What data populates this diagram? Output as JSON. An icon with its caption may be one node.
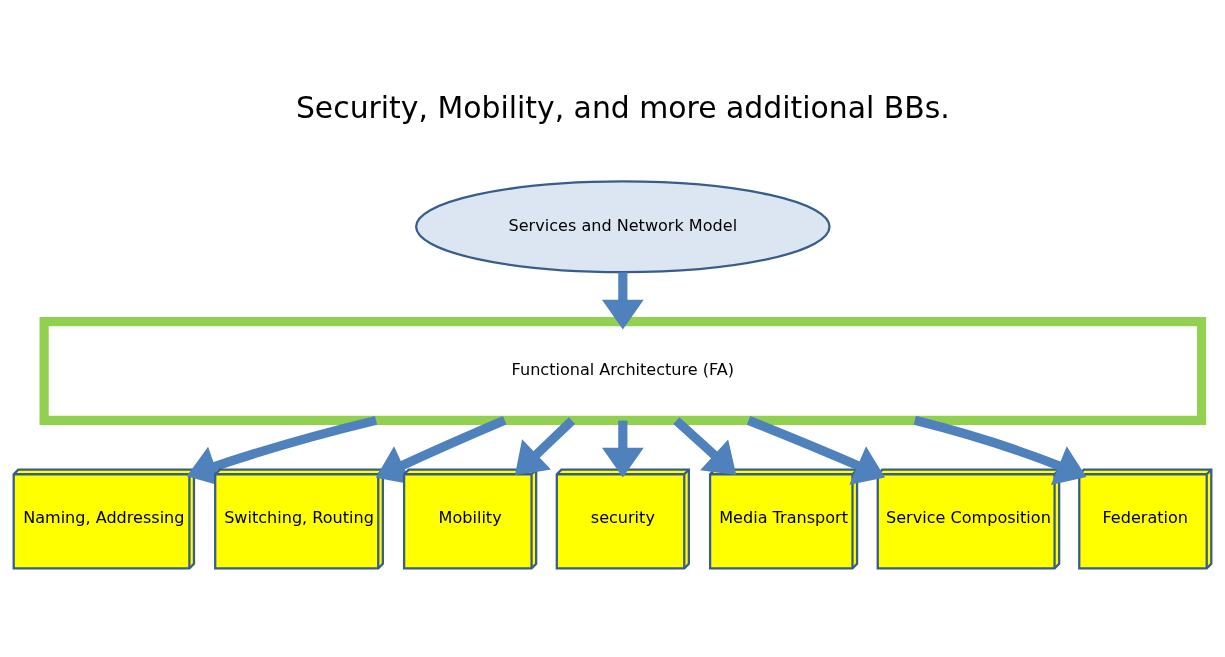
{
  "diagram": {
    "nodes": [
      {
        "text": [
          "Services and Network Model"
        ]
      },
      {
        "text": [
          "Functional Architecture (FA)"
        ]
      },
      {
        "text": [
          "Naming, Addressing"
        ]
      },
      {
        "text": [
          "Switching, Routing"
        ]
      },
      {
        "text": [
          "Mobility"
        ]
      },
      {
        "text": [
          "security"
        ]
      },
      {
        "text": [
          "Media Transport"
        ]
      },
      {
        "text": [
          "Service Composition"
        ]
      },
      {
        "text": [
          "Federation"
        ]
      }
    ],
    "edges": [
      {
        "from": 0,
        "to": 1,
        "arrow": "to"
      },
      {
        "from": 1,
        "to": 2,
        "arrow": "to"
      },
      {
        "from": 1,
        "to": 3,
        "arrow": "to"
      },
      {
        "from": 1,
        "to": 4,
        "arrow": "to"
      },
      {
        "from": 1,
        "to": 5,
        "arrow": "to"
      },
      {
        "from": 1,
        "to": 6,
        "arrow": "to"
      },
      {
        "from": 1,
        "to": 7,
        "arrow": "to"
      },
      {
        "from": 1,
        "to": 8,
        "arrow": "to"
      }
    ],
    "labels": [
      "Security, Mobility, and more additional BBs."
    ]
  }
}
